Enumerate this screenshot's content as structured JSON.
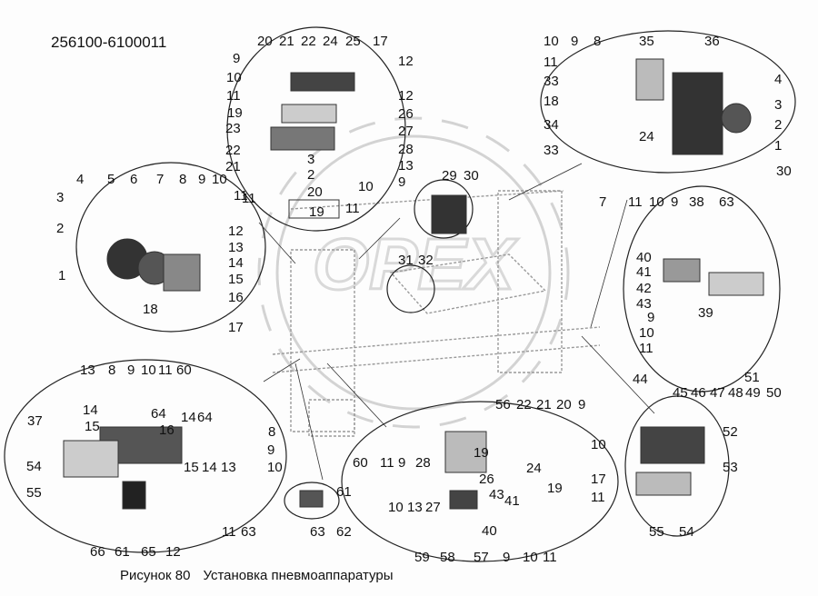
{
  "doc_code": "256100-6100011",
  "caption": {
    "figure": "Рисунок 80",
    "title": "Установка пневмоаппаратуры"
  },
  "watermark": "OPEX",
  "callouts": [
    [
      "20",
      283,
      38
    ],
    [
      "21",
      307,
      38
    ],
    [
      "22",
      331,
      38
    ],
    [
      "24",
      355,
      38
    ],
    [
      "25",
      380,
      38
    ],
    [
      "17",
      410,
      38
    ],
    [
      "9",
      256,
      57
    ],
    [
      "12",
      438,
      60
    ],
    [
      "10",
      249,
      78
    ],
    [
      "11",
      249,
      98
    ],
    [
      "12",
      438,
      98
    ],
    [
      "19",
      250,
      117
    ],
    [
      "26",
      438,
      118
    ],
    [
      "23",
      248,
      134
    ],
    [
      "27",
      438,
      137
    ],
    [
      "22",
      248,
      158
    ],
    [
      "28",
      438,
      157
    ],
    [
      "3",
      338,
      168
    ],
    [
      "21",
      248,
      176
    ],
    [
      "13",
      438,
      175
    ],
    [
      "2",
      338,
      185
    ],
    [
      "9",
      438,
      193
    ],
    [
      "20",
      338,
      204
    ],
    [
      "10",
      394,
      198
    ],
    [
      "11",
      266,
      211
    ],
    [
      "19",
      340,
      226
    ],
    [
      "11",
      380,
      222
    ],
    [
      "29",
      486,
      186
    ],
    [
      "30",
      510,
      186
    ],
    [
      "10",
      598,
      38
    ],
    [
      "9",
      628,
      38
    ],
    [
      "8",
      653,
      38
    ],
    [
      "35",
      703,
      38
    ],
    [
      "36",
      775,
      38
    ],
    [
      "11",
      598,
      61
    ],
    [
      "33",
      598,
      82
    ],
    [
      "4",
      852,
      80
    ],
    [
      "18",
      598,
      104
    ],
    [
      "3",
      852,
      108
    ],
    [
      "34",
      598,
      130
    ],
    [
      "2",
      852,
      130
    ],
    [
      "24",
      703,
      143
    ],
    [
      "1",
      852,
      153
    ],
    [
      "33",
      598,
      158
    ],
    [
      "30",
      854,
      181
    ],
    [
      "4",
      84,
      190
    ],
    [
      "5",
      118,
      190
    ],
    [
      "6",
      143,
      190
    ],
    [
      "7",
      172,
      190
    ],
    [
      "8",
      197,
      190
    ],
    [
      "9",
      218,
      190
    ],
    [
      "10",
      233,
      190
    ],
    [
      "3",
      62,
      210
    ],
    [
      "11",
      257,
      208
    ],
    [
      "2",
      62,
      244
    ],
    [
      "12",
      251,
      247
    ],
    [
      "13",
      251,
      265
    ],
    [
      "14",
      251,
      282
    ],
    [
      "1",
      64,
      296
    ],
    [
      "15",
      251,
      300
    ],
    [
      "16",
      251,
      320
    ],
    [
      "18",
      157,
      333
    ],
    [
      "17",
      251,
      353
    ],
    [
      "31",
      438,
      279
    ],
    [
      "32",
      460,
      279
    ],
    [
      "7",
      659,
      215
    ],
    [
      "11",
      691,
      215
    ],
    [
      "10",
      714,
      215
    ],
    [
      "9",
      738,
      215
    ],
    [
      "38",
      758,
      215
    ],
    [
      "63",
      791,
      215
    ],
    [
      "40",
      700,
      276
    ],
    [
      "41",
      700,
      292
    ],
    [
      "42",
      700,
      310
    ],
    [
      "43",
      700,
      327
    ],
    [
      "39",
      768,
      337
    ],
    [
      "9",
      712,
      342
    ],
    [
      "10",
      703,
      359
    ],
    [
      "11",
      703,
      376
    ],
    [
      "51",
      819,
      408
    ],
    [
      "44",
      696,
      410
    ],
    [
      "45",
      740,
      425
    ],
    [
      "46",
      760,
      425
    ],
    [
      "47",
      781,
      425
    ],
    [
      "48",
      801,
      425
    ],
    [
      "49",
      820,
      425
    ],
    [
      "50",
      843,
      425
    ],
    [
      "13",
      88,
      400
    ],
    [
      "8",
      119,
      400
    ],
    [
      "9",
      140,
      400
    ],
    [
      "10",
      155,
      400
    ],
    [
      "11",
      174,
      400
    ],
    [
      "60",
      194,
      400
    ],
    [
      "14",
      91,
      444
    ],
    [
      "64",
      166,
      448
    ],
    [
      "15",
      93,
      462
    ],
    [
      "16",
      175,
      466
    ],
    [
      "37",
      30,
      456
    ],
    [
      "14",
      199,
      452
    ],
    [
      "64",
      217,
      452
    ],
    [
      "8",
      295,
      468
    ],
    [
      "9",
      294,
      488
    ],
    [
      "15",
      202,
      507
    ],
    [
      "14",
      222,
      507
    ],
    [
      "13",
      243,
      507
    ],
    [
      "10",
      294,
      507
    ],
    [
      "54",
      29,
      506
    ],
    [
      "55",
      29,
      535
    ],
    [
      "11",
      244,
      578
    ],
    [
      "63",
      265,
      578
    ],
    [
      "66",
      99,
      600
    ],
    [
      "61",
      126,
      600
    ],
    [
      "65",
      155,
      600
    ],
    [
      "12",
      182,
      600
    ],
    [
      "61",
      370,
      534
    ],
    [
      "63",
      341,
      578
    ],
    [
      "62",
      370,
      578
    ],
    [
      "56",
      545,
      438
    ],
    [
      "22",
      568,
      438
    ],
    [
      "21",
      590,
      438
    ],
    [
      "20",
      612,
      438
    ],
    [
      "9",
      636,
      438
    ],
    [
      "10",
      650,
      482
    ],
    [
      "60",
      388,
      502
    ],
    [
      "11",
      418,
      502
    ],
    [
      "9",
      438,
      502
    ],
    [
      "28",
      457,
      502
    ],
    [
      "19",
      521,
      491
    ],
    [
      "24",
      579,
      508
    ],
    [
      "17",
      650,
      520
    ],
    [
      "26",
      527,
      520
    ],
    [
      "13",
      448,
      551
    ],
    [
      "27",
      468,
      551
    ],
    [
      "10",
      427,
      551
    ],
    [
      "43",
      538,
      537
    ],
    [
      "19",
      602,
      530
    ],
    [
      "41",
      555,
      544
    ],
    [
      "11",
      650,
      540
    ],
    [
      "40",
      530,
      577
    ],
    [
      "59",
      456,
      606
    ],
    [
      "58",
      484,
      606
    ],
    [
      "57",
      521,
      606
    ],
    [
      "9",
      553,
      606
    ],
    [
      "10",
      575,
      606
    ],
    [
      "11",
      597,
      606
    ],
    [
      "52",
      795,
      468
    ],
    [
      "53",
      795,
      507
    ],
    [
      "55",
      714,
      578
    ],
    [
      "54",
      747,
      578
    ]
  ]
}
